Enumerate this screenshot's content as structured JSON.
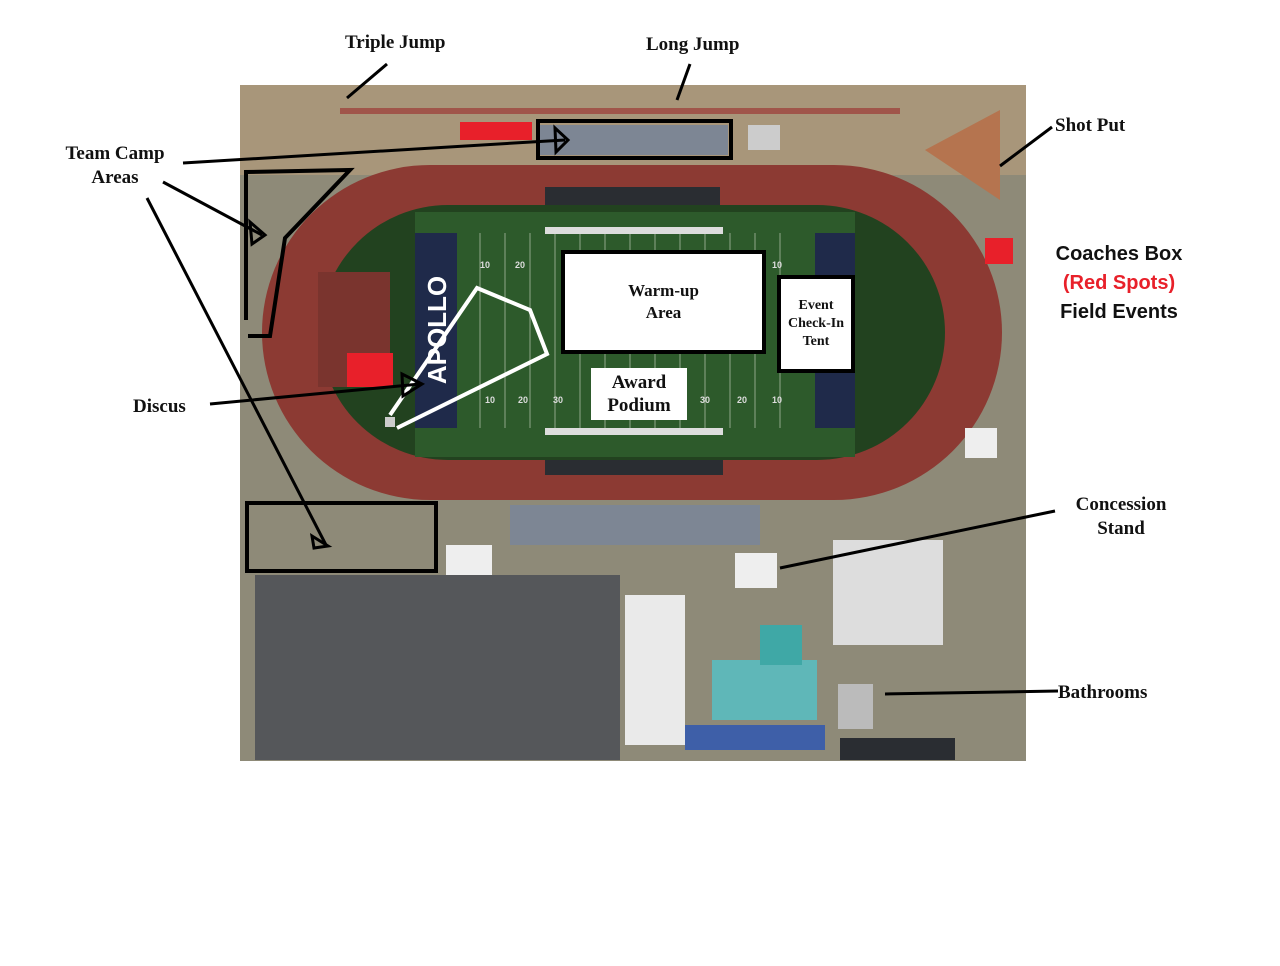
{
  "labels": {
    "triple_jump": "Triple Jump",
    "long_jump": "Long Jump",
    "team_camp_line1": "Team Camp",
    "team_camp_line2": "Areas",
    "shot_put": "Shot Put",
    "discus": "Discus",
    "concession_line1": "Concession",
    "concession_line2": "Stand",
    "bathrooms": "Bathrooms"
  },
  "legend": {
    "line1": "Coaches Box",
    "line2": "(Red Spots)",
    "line3": "Field Events"
  },
  "boxes": {
    "warmup_line1": "Warm-up",
    "warmup_line2": "Area",
    "checkin_line1": "Event",
    "checkin_line2": "Check-In",
    "checkin_line3": "Tent",
    "podium_line1": "Award",
    "podium_line2": "Podium"
  },
  "field_text": {
    "endzone_left": "APOLLO",
    "yard_numbers_top": [
      "10",
      "20",
      "10"
    ],
    "yard_numbers_bottom": [
      "10",
      "20",
      "30",
      "30",
      "20",
      "10"
    ]
  },
  "colors": {
    "coaches_box": "#e8202a",
    "track": "#8c3a33",
    "field": "#2d5a2b",
    "endzone": "#1f2a4a",
    "annotation": "#000000",
    "discus_sector": "#ffffff"
  }
}
